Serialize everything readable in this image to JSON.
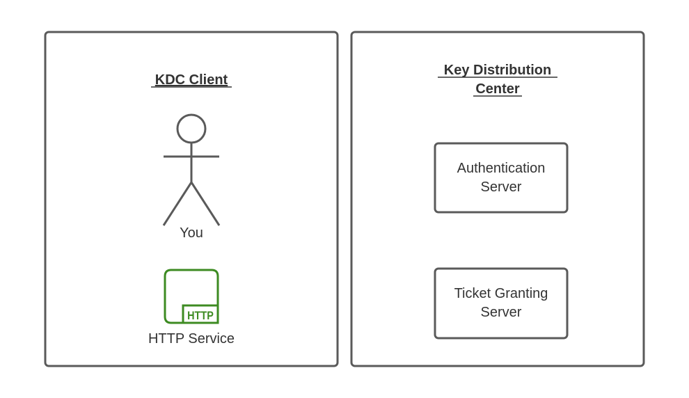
{
  "client": {
    "title": "KDC Client",
    "actor_label": "You",
    "service_label": "HTTP Service",
    "service_icon_text": "HTTP",
    "service_icon": "http-service-icon",
    "service_color": "#3d8b22"
  },
  "kdc": {
    "title_line1": "Key Distribution",
    "title_line2": "Center",
    "auth_server_line1": "Authentication",
    "auth_server_line2": "Server",
    "tgs_line1": "Ticket Granting",
    "tgs_line2": "Server"
  },
  "colors": {
    "stroke": "#5a5a5a",
    "text": "#333333"
  }
}
